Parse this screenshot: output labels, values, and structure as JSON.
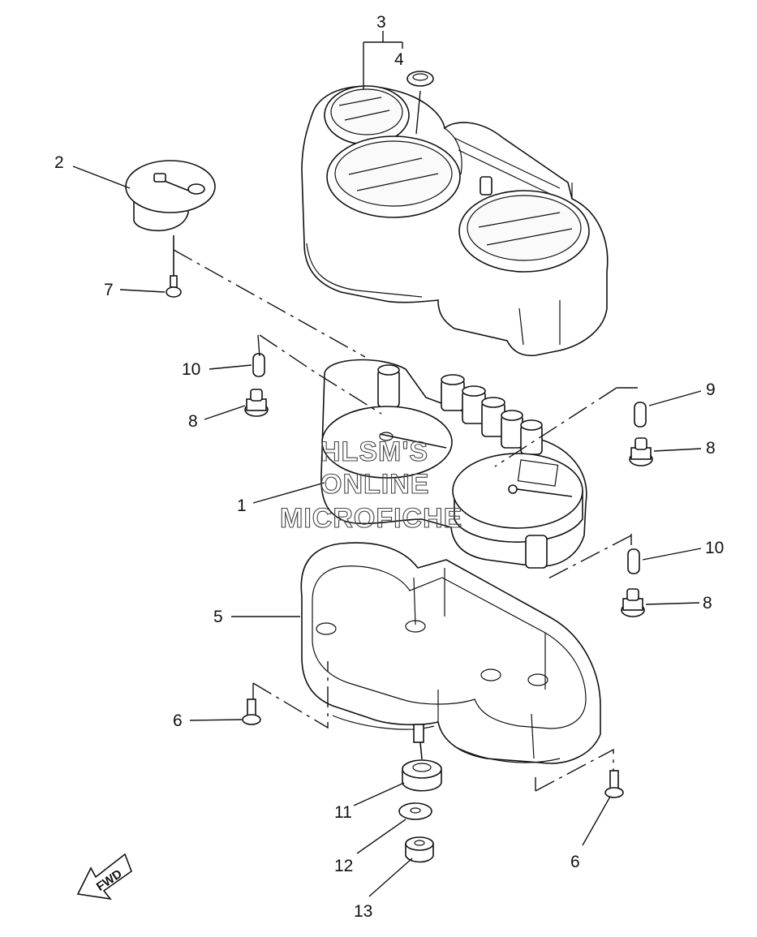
{
  "callouts": [
    {
      "id": "c1",
      "label": "1"
    },
    {
      "id": "c2",
      "label": "2"
    },
    {
      "id": "c3",
      "label": "3"
    },
    {
      "id": "c4",
      "label": "4"
    },
    {
      "id": "c5",
      "label": "5"
    },
    {
      "id": "c6a",
      "label": "6"
    },
    {
      "id": "c6b",
      "label": "6"
    },
    {
      "id": "c7",
      "label": "7"
    },
    {
      "id": "c8a",
      "label": "8"
    },
    {
      "id": "c8b",
      "label": "8"
    },
    {
      "id": "c8c",
      "label": "8"
    },
    {
      "id": "c9",
      "label": "9"
    },
    {
      "id": "c10a",
      "label": "10"
    },
    {
      "id": "c10b",
      "label": "10"
    },
    {
      "id": "c11",
      "label": "11"
    },
    {
      "id": "c12",
      "label": "12"
    },
    {
      "id": "c13",
      "label": "13"
    }
  ],
  "watermark": {
    "line1": "HLSM'S",
    "line2": "ONLINE",
    "line3": "MICROFICHE"
  },
  "direction_marker": {
    "label": "FWD"
  }
}
